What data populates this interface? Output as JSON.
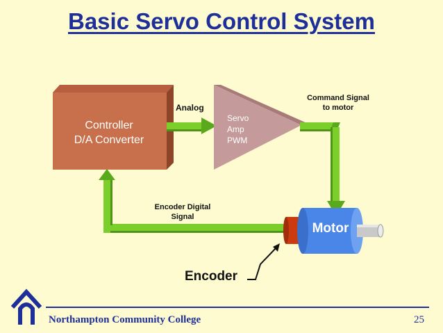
{
  "title": "Basic Servo Control System",
  "controller": {
    "line1": "Controller",
    "line2": "D/A Converter"
  },
  "amplifier": {
    "line1": "Servo",
    "line2": "Amp",
    "line3": "PWM"
  },
  "labels": {
    "analog": "Analog",
    "command_line1": "Command Signal",
    "command_line2": "to motor",
    "encoder_digital_line1": "Encoder Digital",
    "encoder_digital_line2": "Signal",
    "motor": "Motor",
    "encoder": "Encoder"
  },
  "footer": {
    "college": "Northampton Community College",
    "page_number": "25"
  },
  "colors": {
    "title": "#1f2f9a",
    "background": "#fdfbcf",
    "controller": "#c8704c",
    "amplifier": "#c49a9a",
    "signal_line": "#7ccf2a",
    "motor": "#4a86e8",
    "encoder": "#cc3a10"
  }
}
